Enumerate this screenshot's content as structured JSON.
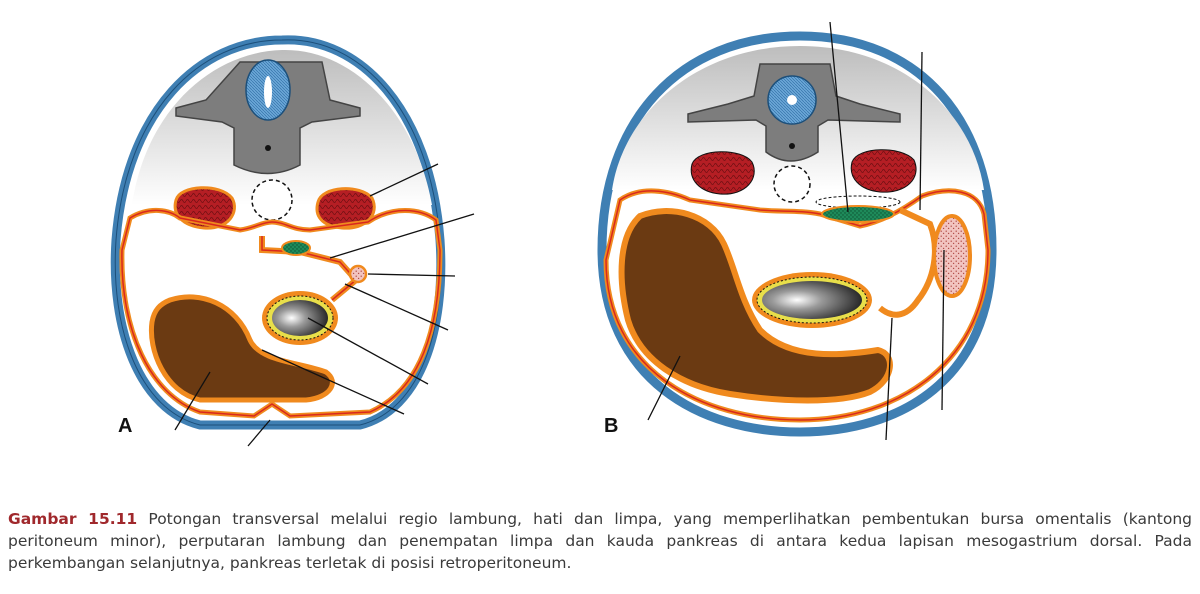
{
  "figure": {
    "panels": [
      {
        "label": "A"
      },
      {
        "label": "B"
      }
    ]
  },
  "caption": {
    "figure_number": "Gambar 15.11",
    "text": "Potongan transversal melalui regio lambung, hati dan limpa, yang memperlihatkan pembentukan bursa omentalis (kantong peritoneum minor), perputaran lambung dan penempatan limpa dan kauda pankreas di antara kedua lapisan mesogastrium dorsal. Pada perkembangan selanjutnya, pankreas terletak di posisi retroperitoneum."
  },
  "colors": {
    "skin": "#3f7fb3",
    "vertebra": "#7d7d7d",
    "spinal_cord": "#6aa6d6",
    "kidney": "#b51e24",
    "peritoneum": "#f08a1e",
    "liver": "#6b3a12",
    "stomach_dark": "#202020",
    "stomach_ring": "#e8df4a",
    "pancreas": "#1e8a5a",
    "spleen": "#f2c4c0",
    "caption_title": "#a0282c"
  }
}
